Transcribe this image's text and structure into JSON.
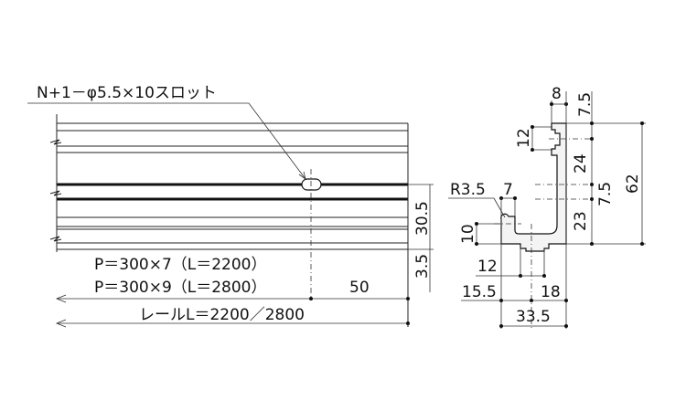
{
  "front_view": {
    "slot_label": "N+1－φ5.5×10スロット",
    "pitch_7": "P＝300×7（L＝2200）",
    "pitch_9": "P＝300×9（L＝2800）",
    "dim_50": "50",
    "rail_length": "レールL＝2200／2800",
    "dim_30_5": "30.5",
    "dim_3_5": "3.5"
  },
  "section_view": {
    "dim_8": "8",
    "dim_7_5_top": "7.5",
    "dim_12_top": "12",
    "dim_24": "24",
    "dim_7_5_mid": "7.5",
    "dim_23": "23",
    "dim_62": "62",
    "radius": "R3.5",
    "dim_7": "7",
    "dim_10": "10",
    "dim_12_bottom": "12",
    "dim_15_5": "15.5",
    "dim_18": "18",
    "dim_33_5": "33.5"
  }
}
